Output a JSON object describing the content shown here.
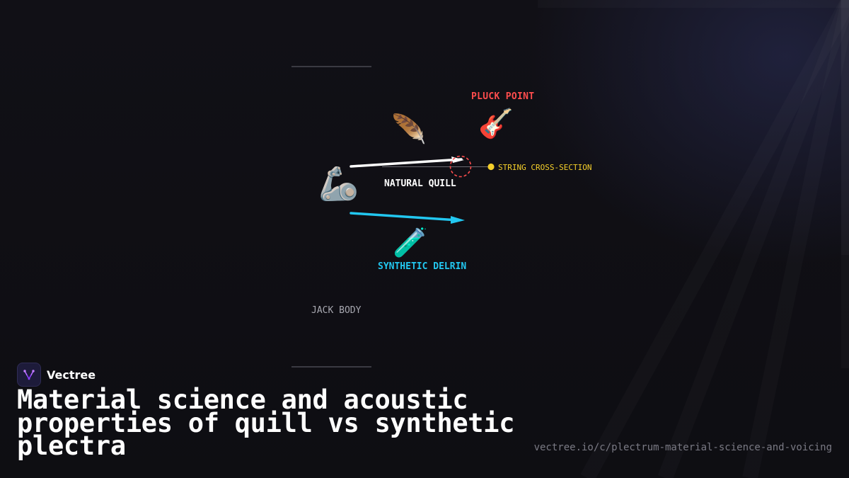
{
  "brand": {
    "name": "Vectree"
  },
  "page": {
    "title": "Material science and acoustic properties of quill vs synthetic plectra",
    "url": "vectree.io/c/plectrum-material-science-and-voicing"
  },
  "diagram": {
    "labels": {
      "pluck_point": "PLUCK POINT",
      "natural_quill": "NATURAL QUILL",
      "synthetic_delrin": "SYNTHETIC DELRIN",
      "string_cross_section": "STRING CROSS-SECTION",
      "jack_body": "JACK BODY"
    },
    "icons": {
      "feather": "🪶",
      "guitar": "🎸",
      "arm": "🦾",
      "test_tube": "🧪",
      "logo": "vectree-logo"
    },
    "colors": {
      "pluck_point": "#ff4d4d",
      "natural_quill": "#ffffff",
      "synthetic_delrin": "#22c7f0",
      "string_cross_section": "#f5cf2a",
      "jack_body": "#a7a7b0",
      "brand_accent": "#8b3dff"
    }
  }
}
